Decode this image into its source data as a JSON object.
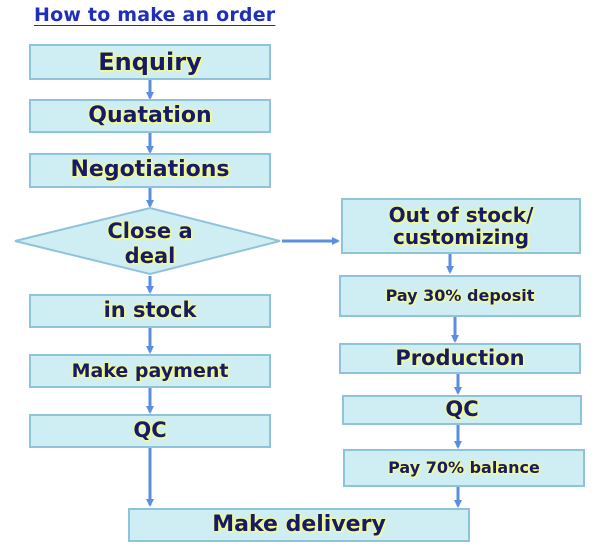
{
  "title": "How to make an order",
  "colors": {
    "box_fill": "#cfeef4",
    "box_border": "#8fc3d9",
    "text": "#141a6e",
    "text_glow": "#ffff66",
    "arrow": "#5b8de0",
    "title": "#1f2fb8"
  },
  "steps": {
    "enquiry": "Enquiry",
    "quotation": "Quatation",
    "negotiations": "Negotiations",
    "decision_line1": "Close a",
    "decision_line2": "deal",
    "in_stock": "in stock",
    "make_payment": "Make payment",
    "qc_left": "QC",
    "out_of_stock_line1": "Out of stock/",
    "out_of_stock_line2": "customizing",
    "deposit": "Pay 30% deposit",
    "production": "Production",
    "qc_right": "QC",
    "balance": "Pay 70% balance",
    "delivery": "Make delivery"
  }
}
